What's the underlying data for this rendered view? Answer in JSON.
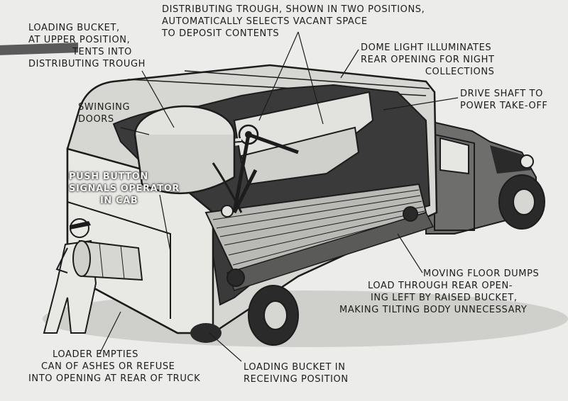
{
  "labels": {
    "bucket_upper": [
      "LOADING BUCKET,",
      "AT UPPER POSITION,",
      "TENTS INTO",
      "DISTRIBUTING TROUGH"
    ],
    "trough": [
      "DISTRIBUTING TROUGH, SHOWN IN TWO POSITIONS,",
      "AUTOMATICALLY SELECTS VACANT SPACE",
      "TO DEPOSIT CONTENTS"
    ],
    "dome_light": [
      "DOME LIGHT ILLUMINATES",
      "REAR OPENING FOR NIGHT",
      "COLLECTIONS"
    ],
    "drive_shaft": [
      "DRIVE SHAFT TO",
      "POWER TAKE-OFF"
    ],
    "swinging_doors": [
      "SWINGING",
      "DOORS"
    ],
    "push_button": [
      "PUSH BUTTON",
      "SIGNALS OPERATOR",
      "IN CAB"
    ],
    "moving_floor": [
      "MOVING FLOOR DUMPS",
      "LOAD THROUGH REAR OPEN-",
      "ING LEFT BY RAISED BUCKET,",
      "MAKING TILTING BODY UNNECESSARY"
    ],
    "loader": [
      "LOADER EMPTIES",
      "CAN OF ASHES OR REFUSE",
      "INTO OPENING AT REAR OF TRUCK"
    ],
    "bucket_receiving": [
      "LOADING BUCKET IN",
      "RECEIVING POSITION"
    ]
  },
  "colors": {
    "ink": "#1c1c1c",
    "paper": "#ececea",
    "shade": "#3a3a3a",
    "mid": "#9a9a98",
    "light": "#d6d6d3"
  }
}
